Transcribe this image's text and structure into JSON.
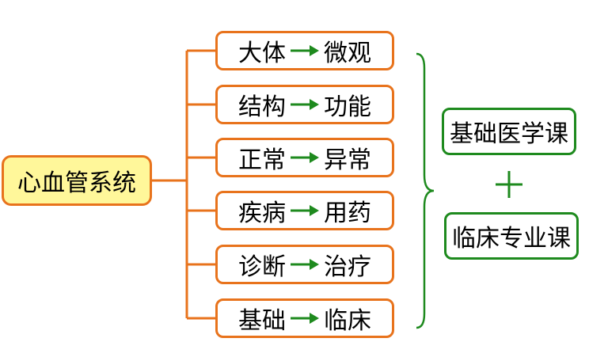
{
  "root": {
    "label": "心血管系统"
  },
  "pairs": [
    {
      "from": "大体",
      "to": "微观"
    },
    {
      "from": "结构",
      "to": "功能"
    },
    {
      "from": "正常",
      "to": "异常"
    },
    {
      "from": "疾病",
      "to": "用药"
    },
    {
      "from": "诊断",
      "to": "治疗"
    },
    {
      "from": "基础",
      "to": "临床"
    }
  ],
  "courses": {
    "top": "基础医学课",
    "bottom": "临床专业课"
  },
  "colors": {
    "connector": "#e8731c",
    "root_fill": "#fff79a",
    "arrow": "#1e8a1e",
    "brace": "#1e8a1e",
    "course_border": "#1e8a1e"
  }
}
